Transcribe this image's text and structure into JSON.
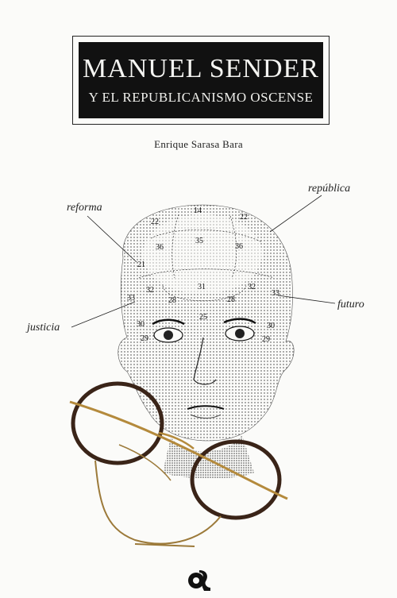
{
  "cover": {
    "title": "MANUEL SENDER",
    "subtitle": "Y EL REPUBLICANISMO OSCENSE",
    "author": "Enrique Sarasa Bara"
  },
  "illustration": {
    "labels": {
      "reforma": "reforma",
      "republica": "república",
      "justicia": "justicia",
      "futuro": "futuro"
    },
    "head_numbers": [
      "14",
      "22",
      "22",
      "36",
      "35",
      "36",
      "21",
      "32",
      "31",
      "32",
      "33",
      "28",
      "28",
      "33",
      "25",
      "30",
      "29",
      "29",
      "30"
    ]
  },
  "publisher": {
    "logo_icon": "publisher-logo-icon"
  },
  "colors": {
    "ink": "#111111",
    "paper": "#fbfbf9",
    "glasses_frame": "#3a2418",
    "glasses_wire": "#b48a3c"
  }
}
